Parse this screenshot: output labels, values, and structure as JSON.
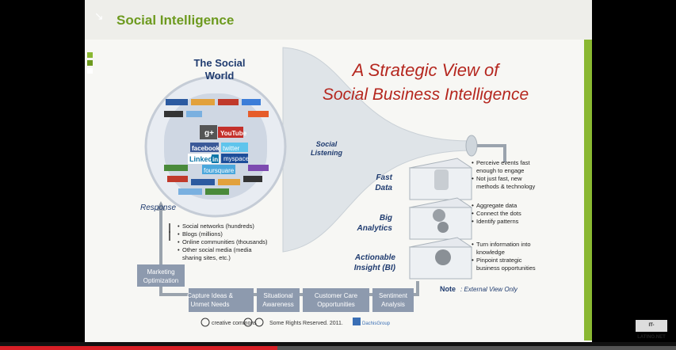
{
  "slide": {
    "title": "Social Intelligence",
    "heading_line1": "A Strategic View of",
    "heading_line2": "Social Business Intelligence",
    "social_world_line1": "The Social",
    "social_world_line2": "World",
    "social_listening_line1": "Social",
    "social_listening_line2": "Listening",
    "response_label": "Response",
    "sources": [
      "Social networks (hundreds)",
      "Blogs (millions)",
      "Online communities (thousands)",
      "Other social media (media",
      "sharing sites, etc.)"
    ],
    "layers": [
      {
        "label_line1": "Fast",
        "label_line2": "Data",
        "bullets": [
          "Perceive events fast",
          "enough to engage",
          "Not just fast, new",
          "methods & technology"
        ]
      },
      {
        "label_line1": "Big",
        "label_line2": "Analytics",
        "bullets": [
          "Aggregate data",
          "Connect the dots",
          "Identify patterns"
        ]
      },
      {
        "label_line1": "Actionable",
        "label_line2": "Insight (BI)",
        "bullets": [
          "Turn information into",
          "knowledge",
          "Pinpoint strategic",
          "business opportunities"
        ]
      }
    ],
    "note_label": "Note",
    "note_text": ": External View Only",
    "marketing_line1": "Marketing",
    "marketing_line2": "Optimization",
    "bottom_boxes": [
      {
        "line1": "Capture Ideas &",
        "line2": "Unmet Needs"
      },
      {
        "line1": "Situational",
        "line2": "Awareness"
      },
      {
        "line1": "Customer Care",
        "line2": "Opportunities"
      },
      {
        "line1": "Sentiment",
        "line2": "Analysis"
      }
    ],
    "cc_text": "creative commons",
    "rights_text": "Some Rights Reserved. 2011.",
    "dachis_text": "DachisGroup",
    "logo_texts": [
      "g+",
      "YouTube",
      "facebook",
      "twitter",
      "Linked",
      "in",
      "myspace",
      "foursquare"
    ]
  },
  "watermark": "IT-LATINO.NET",
  "colors": {
    "accent_green": "#6d9a1f",
    "title_red": "#b5271f",
    "navy": "#1f3b6f",
    "box_gray": "#8d9aae"
  }
}
